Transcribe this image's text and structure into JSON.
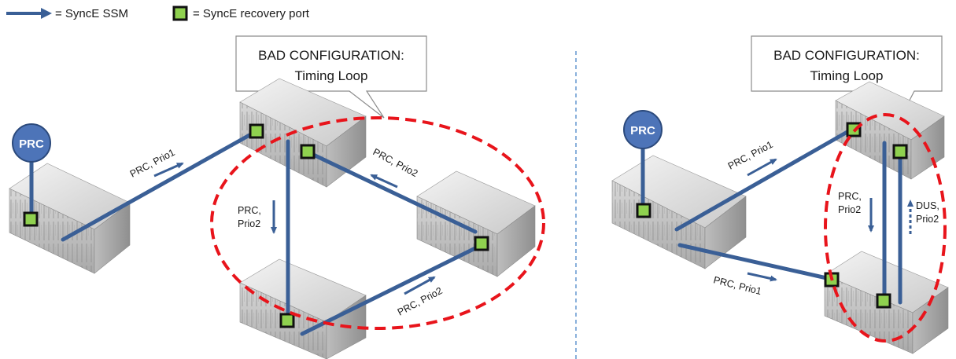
{
  "legend": {
    "ssm": "= SyncE SSM",
    "recovery_port": "= SyncE recovery port"
  },
  "left_diagram": {
    "callout_line1": "BAD CONFIGURATION:",
    "callout_line2": "Timing Loop",
    "prc_label": "PRC",
    "link_labels": {
      "prc_to_top": "PRC, Prio1",
      "right_to_top": "PRC, Prio2",
      "top_to_bottom_1": "PRC,",
      "top_to_bottom_2": "Prio2",
      "bottom_to_right": "PRC, Prio2"
    }
  },
  "right_diagram": {
    "callout_line1": "BAD CONFIGURATION:",
    "callout_line2": "Timing Loop",
    "prc_label": "PRC",
    "link_labels": {
      "prc_to_top": "PRC, Prio1",
      "prc_to_bottom": "PRC, Prio1",
      "down_1": "PRC,",
      "down_2": "Prio2",
      "up_1": "DUS,",
      "up_2": "Prio2"
    }
  },
  "colors": {
    "link": "#3a5f96",
    "loop": "#e8141b",
    "port_fill": "#8fd14f",
    "prc_fill": "#4d74b8",
    "divider": "#4a86c8"
  }
}
